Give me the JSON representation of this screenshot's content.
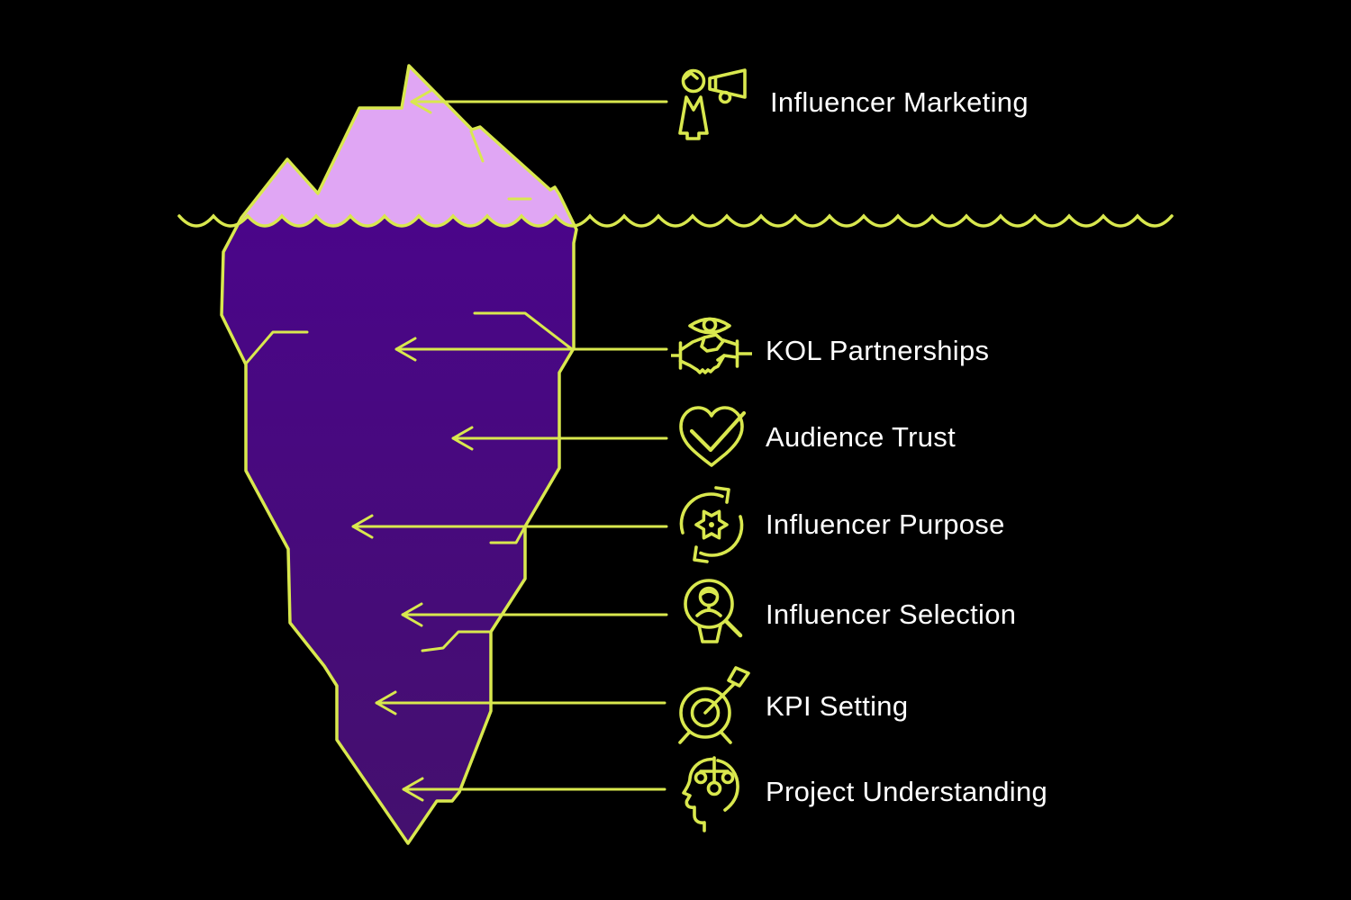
{
  "palette": {
    "background": "#000000",
    "line": "#D9E84E",
    "berg_above": "#E0A6F4",
    "berg_below_top": "#4A0589",
    "berg_below_bottom": "#44106E",
    "label_text": "#FFFFFF"
  },
  "items": [
    {
      "label": "Influencer Marketing",
      "icon": "person-megaphone-icon",
      "position": "above-water"
    },
    {
      "label": "KOL Partnerships",
      "icon": "eye-handshake-icon",
      "position": "below-water"
    },
    {
      "label": "Audience Trust",
      "icon": "heart-check-icon",
      "position": "below-water"
    },
    {
      "label": "Influencer Purpose",
      "icon": "sync-gear-icon",
      "position": "below-water"
    },
    {
      "label": "Influencer Selection",
      "icon": "person-magnifier-icon",
      "position": "below-water"
    },
    {
      "label": "KPI Setting",
      "icon": "target-arrow-icon",
      "position": "below-water"
    },
    {
      "label": "Project Understanding",
      "icon": "head-scales-icon",
      "position": "below-water"
    }
  ]
}
